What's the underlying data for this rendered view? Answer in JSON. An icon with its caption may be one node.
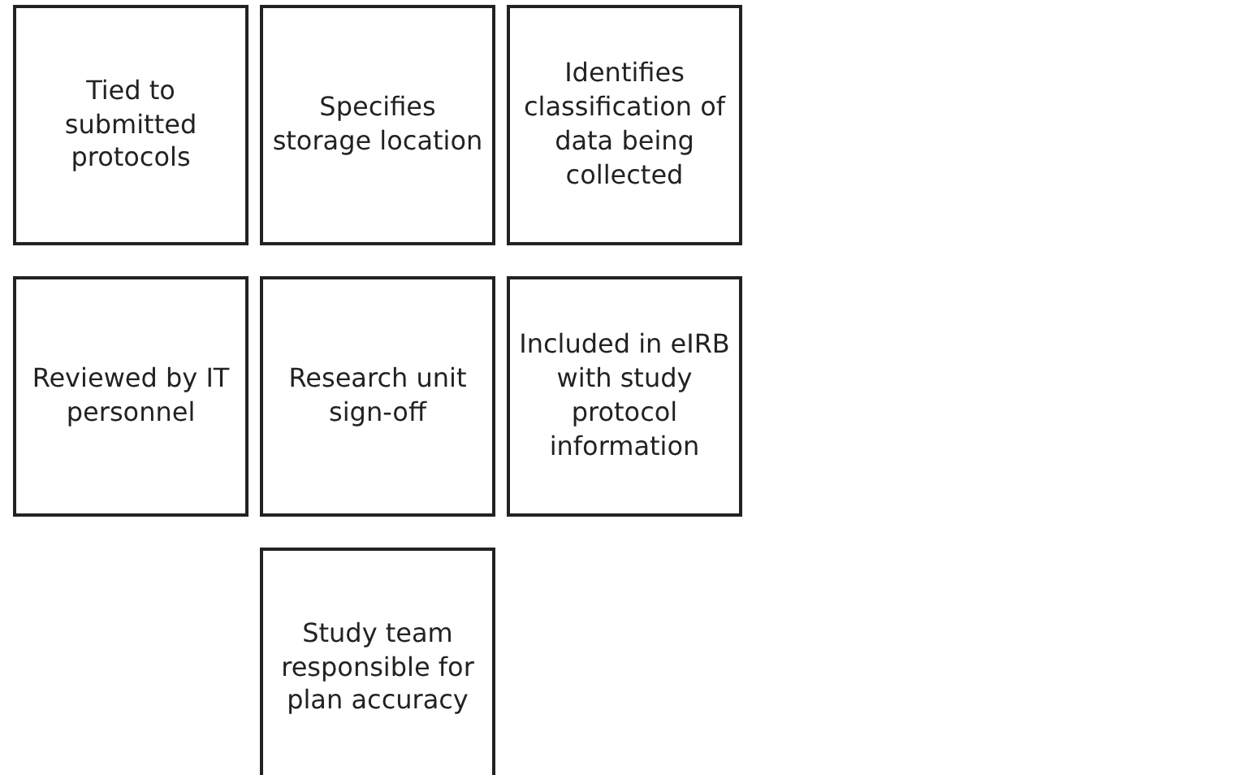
{
  "diagram": {
    "nodes": [
      {
        "text": [
          "Tied to submitted protocols"
        ]
      },
      {
        "text": [
          "Specifies storage location"
        ]
      },
      {
        "text": [
          "Identifies classification of data being collected"
        ]
      },
      {
        "text": [
          "Reviewed by IT personnel"
        ]
      },
      {
        "text": [
          "Research unit sign-off"
        ]
      },
      {
        "text": [
          "Included in eIRB with study protocol information"
        ]
      },
      {
        "text": [
          "Study team responsible for plan accuracy"
        ]
      }
    ]
  }
}
